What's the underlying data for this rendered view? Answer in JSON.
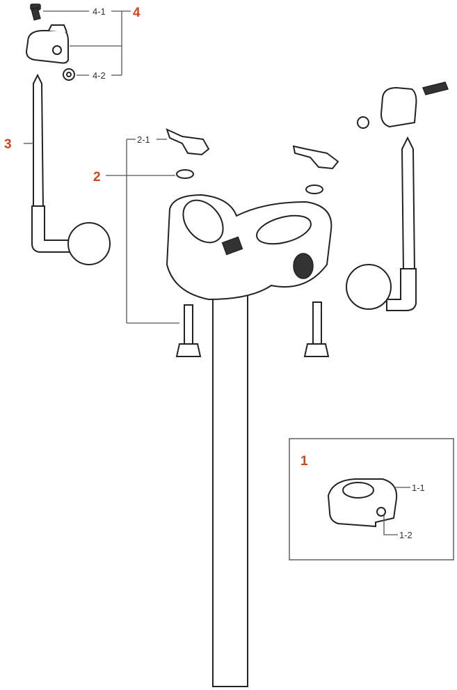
{
  "colors": {
    "accent": "#d4441c",
    "line": "#555555",
    "part": "#222222"
  },
  "labels": {
    "group4": "4",
    "part4_1": "4-1",
    "part4_2": "4-2",
    "group3": "3",
    "group2": "2",
    "part2_1": "2-1",
    "group1": "1",
    "part1_1": "1-1",
    "part1_2": "1-2"
  }
}
